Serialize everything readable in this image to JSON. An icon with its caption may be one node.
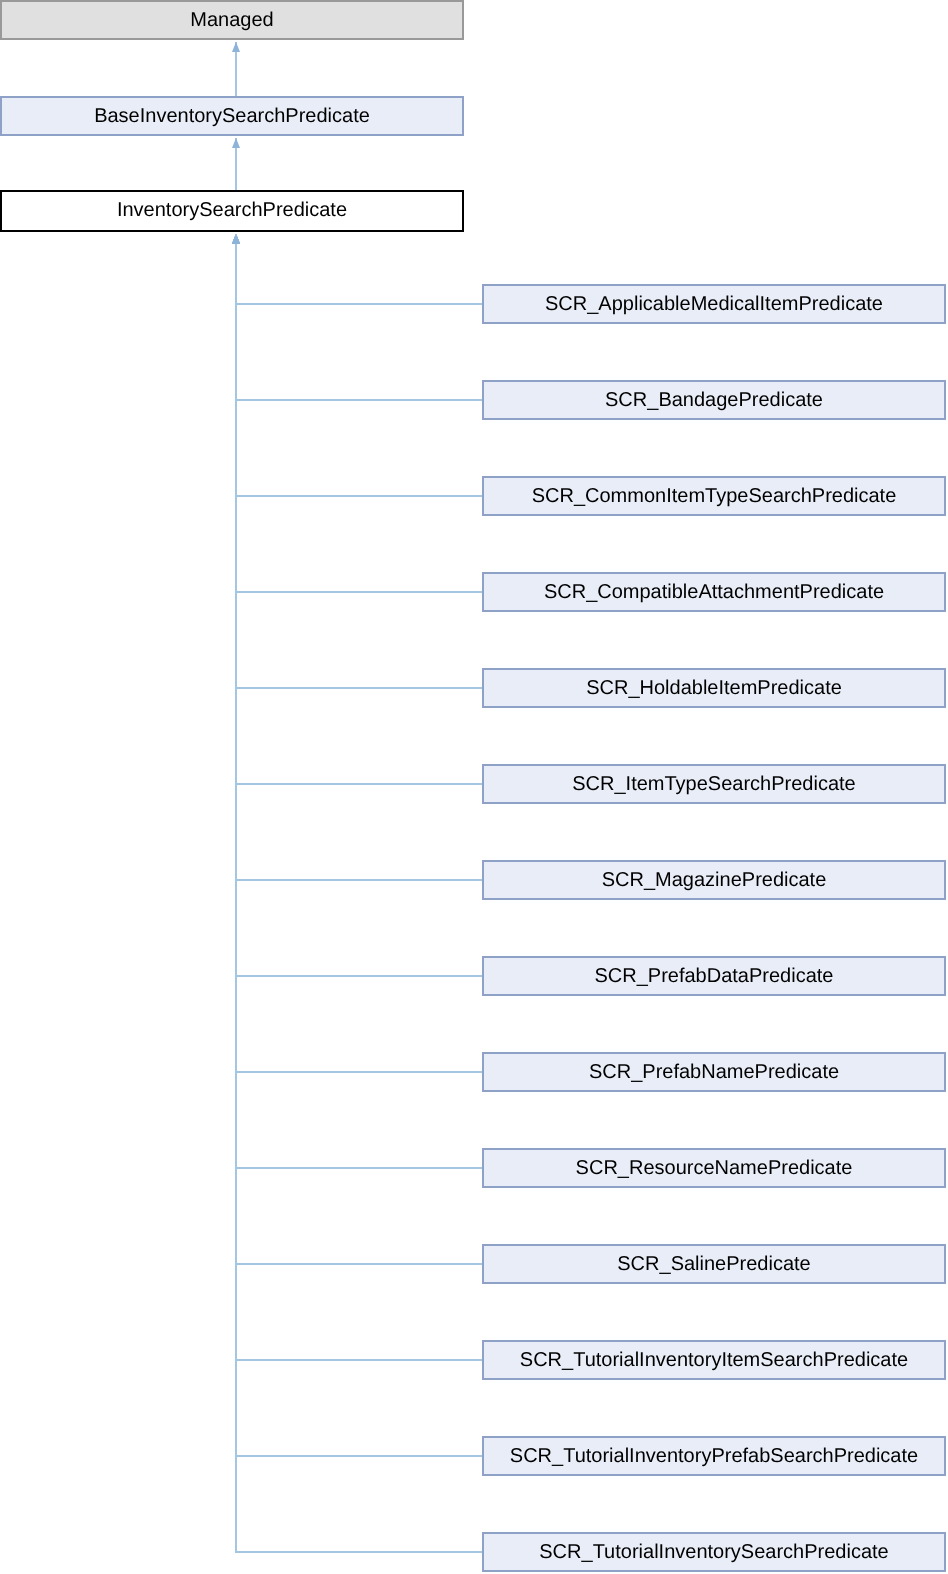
{
  "diagram": {
    "nodes": [
      {
        "text": [
          "Managed"
        ]
      },
      {
        "text": [
          "BaseInventorySearchPredicate"
        ]
      },
      {
        "text": [
          "InventorySearchPredicate"
        ]
      },
      {
        "text": [
          "SCR_ApplicableMedicalItemPredicate"
        ]
      },
      {
        "text": [
          "SCR_BandagePredicate"
        ]
      },
      {
        "text": [
          "SCR_CommonItemTypeSearchPredicate"
        ]
      },
      {
        "text": [
          "SCR_CompatibleAttachmentPredicate"
        ]
      },
      {
        "text": [
          "SCR_HoldableItemPredicate"
        ]
      },
      {
        "text": [
          "SCR_ItemTypeSearchPredicate"
        ]
      },
      {
        "text": [
          "SCR_MagazinePredicate"
        ]
      },
      {
        "text": [
          "SCR_PrefabDataPredicate"
        ]
      },
      {
        "text": [
          "SCR_PrefabNamePredicate"
        ]
      },
      {
        "text": [
          "SCR_ResourceNamePredicate"
        ]
      },
      {
        "text": [
          "SCR_SalinePredicate"
        ]
      },
      {
        "text": [
          "SCR_TutorialInventoryItemSearchPredicate"
        ]
      },
      {
        "text": [
          "SCR_TutorialInventoryPrefabSearchPredicate"
        ]
      },
      {
        "text": [
          "SCR_TutorialInventorySearchPredicate"
        ]
      }
    ],
    "edges": [
      {
        "from": 1,
        "to": 0,
        "arrow": "to"
      },
      {
        "from": 2,
        "to": 1,
        "arrow": "to"
      },
      {
        "from": 3,
        "to": 2,
        "arrow": "to"
      },
      {
        "from": 4,
        "to": 2,
        "arrow": "to"
      },
      {
        "from": 5,
        "to": 2,
        "arrow": "to"
      },
      {
        "from": 6,
        "to": 2,
        "arrow": "to"
      },
      {
        "from": 7,
        "to": 2,
        "arrow": "to"
      },
      {
        "from": 8,
        "to": 2,
        "arrow": "to"
      },
      {
        "from": 9,
        "to": 2,
        "arrow": "to"
      },
      {
        "from": 10,
        "to": 2,
        "arrow": "to"
      },
      {
        "from": 11,
        "to": 2,
        "arrow": "to"
      },
      {
        "from": 12,
        "to": 2,
        "arrow": "to"
      },
      {
        "from": 13,
        "to": 2,
        "arrow": "to"
      },
      {
        "from": 14,
        "to": 2,
        "arrow": "to"
      },
      {
        "from": 15,
        "to": 2,
        "arrow": "to"
      },
      {
        "from": 16,
        "to": 2,
        "arrow": "to"
      }
    ]
  }
}
